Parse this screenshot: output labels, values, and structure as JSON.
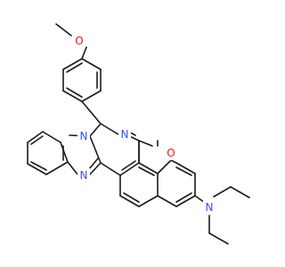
{
  "molecule": {
    "atom_labels": [
      {
        "id": "O-methoxy",
        "text": "O",
        "color": "#ff0d0d"
      },
      {
        "id": "N-imidazole-top",
        "text": "N",
        "color": "#3050f8"
      },
      {
        "id": "N-imine",
        "text": "N",
        "color": "#3050f8"
      },
      {
        "id": "N-imidazole-bottom",
        "text": "N",
        "color": "#3050f8"
      },
      {
        "id": "O-pyran",
        "text": "O",
        "color": "#ff0d0d"
      },
      {
        "id": "N-diethylamino",
        "text": "N",
        "color": "#3050f8"
      }
    ],
    "bond_color": "#1a1a1a",
    "background": "#ffffff"
  }
}
